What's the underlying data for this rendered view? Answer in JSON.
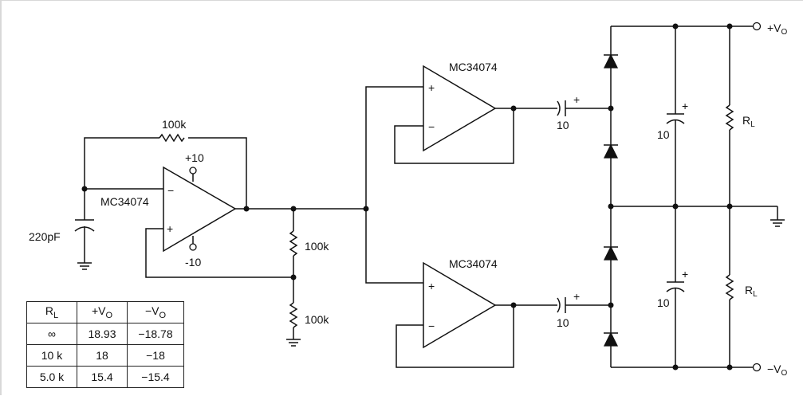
{
  "title": "Split supply generator schematic",
  "components": {
    "opamp_main": {
      "part": "MC34074",
      "supply_pos": "+10",
      "supply_neg": "-10",
      "in_minus": "−",
      "in_plus": "+"
    },
    "opamp_top": {
      "part": "MC34074",
      "in_plus": "+",
      "in_minus": "−"
    },
    "opamp_bottom": {
      "part": "MC34074",
      "in_plus": "+",
      "in_minus": "−"
    },
    "feedback_resistor": "100k",
    "timing_capacitor": "220pF",
    "divider_resistor_top": "100k",
    "divider_resistor_bottom": "100k",
    "coupling_cap_top": {
      "value": "10",
      "polarity": "+"
    },
    "coupling_cap_bottom": {
      "value": "10",
      "polarity": "+"
    },
    "filter_cap_top": {
      "value": "10",
      "polarity": "+"
    },
    "filter_cap_bottom": {
      "value": "10",
      "polarity": "+"
    },
    "load_top": {
      "name": "R",
      "sub": "L"
    },
    "load_bottom": {
      "name": "R",
      "sub": "L"
    },
    "output_pos": {
      "sign": "+V",
      "sub": "O"
    },
    "output_neg": {
      "sign": "−V",
      "sub": "O"
    }
  },
  "table": {
    "headers": [
      {
        "main": "R",
        "sub": "L"
      },
      {
        "main": "+V",
        "sub": "O"
      },
      {
        "main": "−V",
        "sub": "O"
      }
    ],
    "rows": [
      [
        "∞",
        "18.93",
        "−18.78"
      ],
      [
        "10 k",
        "18",
        "−18"
      ],
      [
        "5.0 k",
        "15.4",
        "−15.4"
      ]
    ]
  }
}
